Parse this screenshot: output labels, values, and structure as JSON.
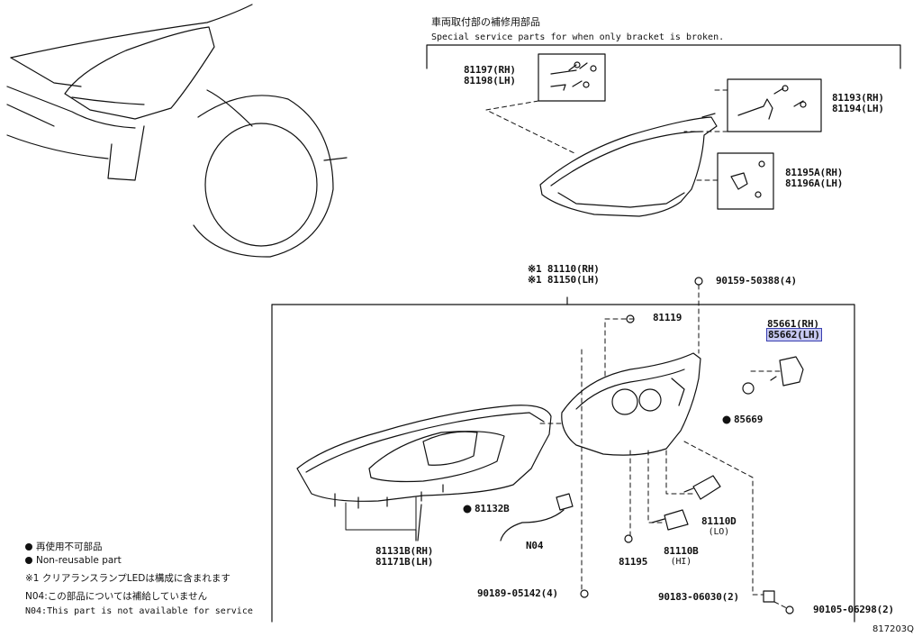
{
  "header": {
    "title_jp": "車両取付部の補修用部品",
    "title_en": "Special service parts for when only bracket is broken."
  },
  "bracket_parts": {
    "p81197_rh": "81197(RH)",
    "p81198_lh": "81198(LH)",
    "p81193_rh": "81193(RH)",
    "p81194_lh": "81194(LH)",
    "p81195a_rh": "81195A(RH)",
    "p81196a_lh": "81196A(LH)"
  },
  "assembly": {
    "p81110_rh": "※1 81110(RH)",
    "p81150_lh": "※1 81150(LH)",
    "p90159": "90159-50388(4)",
    "p81119": "81119",
    "p85661_rh": "85661(RH)",
    "p85662_lh": "85662(LH)",
    "p85669": "85669",
    "p81132b": "81132B",
    "p81131b_rh": "81131B(RH)",
    "p81171b_lh": "81171B(LH)",
    "n04": "N04",
    "p81110d": "81110D",
    "p81110d_sub": "(LO)",
    "p81110b": "81110B",
    "p81110b_sub": "(HI)",
    "p81195": "81195",
    "p90189": "90189-05142(4)",
    "p90183": "90183-06030(2)",
    "p90105": "90105-06298(2)"
  },
  "legend": {
    "non_reusable_jp": "再使用不可部品",
    "non_reusable_en": "Non-reusable part",
    "note1": "※1 クリアランスランプLEDは構成に含まれます",
    "n04_jp": "N04:この部品については補給していません",
    "n04_en": "N04:This part is not available for service"
  },
  "diagram_id": "817203Q"
}
